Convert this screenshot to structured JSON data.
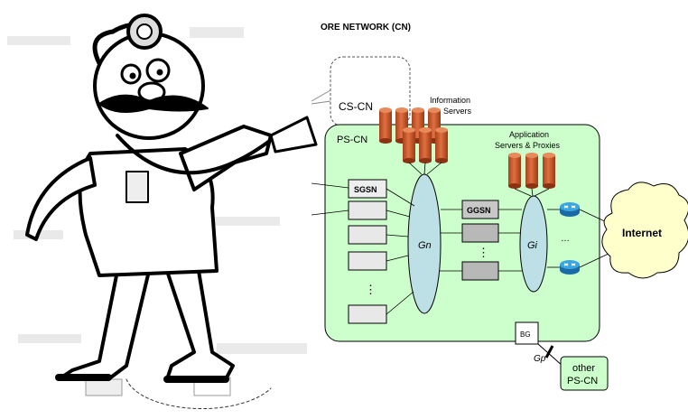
{
  "header": {
    "title": "ORE NETWORK (CN)"
  },
  "cs_cn": {
    "label": "CS-CN"
  },
  "info_servers": {
    "line1": "Information",
    "line2": "Servers"
  },
  "ps_cn": {
    "label": "PS-CN"
  },
  "app_servers": {
    "line1": "Application",
    "line2": "Servers & Proxies"
  },
  "sgsn": {
    "label": "SGSN",
    "ellipsis": "⋮"
  },
  "gn": {
    "label": "Gn"
  },
  "ggsn": {
    "label": "GGSN",
    "ellipsis": "⋮"
  },
  "gi": {
    "label": "Gi",
    "router_ellipsis": "…"
  },
  "internet": {
    "label": "Internet"
  },
  "bg": {
    "label": "BG"
  },
  "gp": {
    "label": "Gp"
  },
  "other_ps_cn": {
    "line1": "other",
    "line2": "PS-CN"
  },
  "colors": {
    "ps_cn_fill": "#ccffcc",
    "cloud_fill": "#ffffcc",
    "ellipse_fill": "#bddfe6",
    "server_fill": "#cc5522",
    "router_fill": "#2288cc"
  }
}
